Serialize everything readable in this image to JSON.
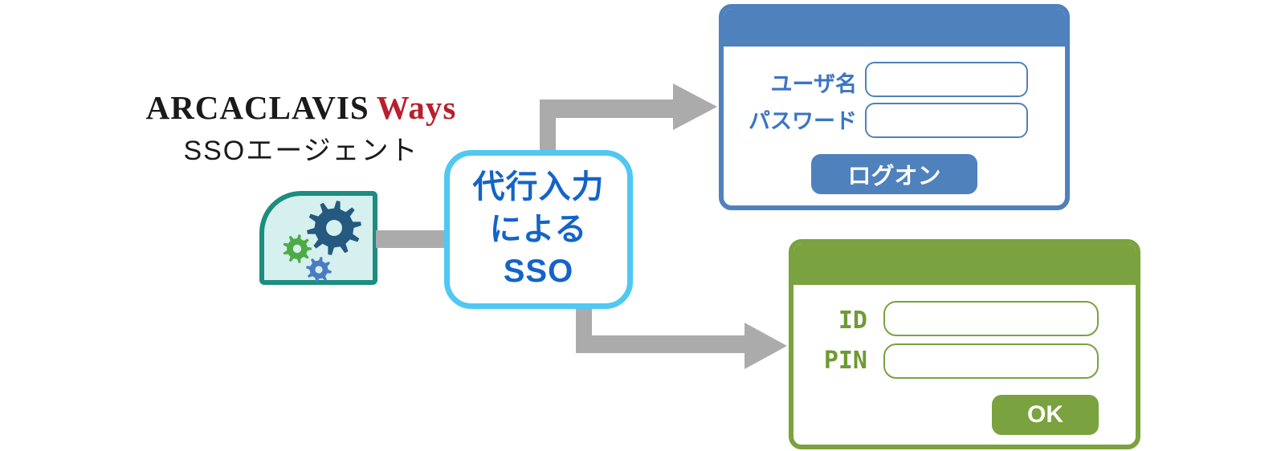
{
  "colors": {
    "blue": "#4f81bd",
    "blue_label": "#3b74c4",
    "green": "#7aa23e",
    "green_label": "#6f9a33",
    "light_blue_border": "#50c8f2",
    "mid_box_text": "#1464c8",
    "arrow_gray": "#ababab",
    "teal_border": "#1d8d80",
    "teal_fill": "#d5f0ee",
    "gear_dark_blue": "#25597f",
    "gear_green": "#4cab46",
    "gear_blue": "#4a7cc4",
    "logo_black": "#1a1a1a",
    "logo_red": "#b91f2e"
  },
  "agent": {
    "brand": "ARCACLAVIS",
    "brand_suffix": "Ways",
    "subtitle": "SSOエージェント",
    "icon": "gears-icon"
  },
  "sso_box": {
    "lines": [
      "代行入力",
      "による",
      "SSO"
    ]
  },
  "login_window": {
    "fields": [
      {
        "label": "ユーザ名",
        "value": ""
      },
      {
        "label": "パスワード",
        "value": ""
      }
    ],
    "button": "ログオン"
  },
  "pin_window": {
    "fields": [
      {
        "label": "ID",
        "value": ""
      },
      {
        "label": "PIN",
        "value": ""
      }
    ],
    "button": "OK"
  }
}
